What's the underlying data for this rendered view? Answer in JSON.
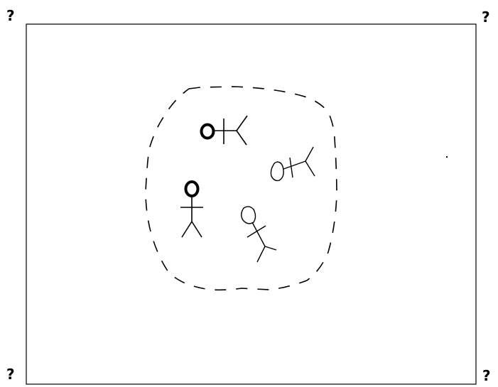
{
  "corners": {
    "top_left": "?",
    "top_right": "?",
    "bottom_left": "?",
    "bottom_right": "?"
  },
  "figures": [
    {
      "name": "figure-bold-horizontal",
      "style": "bold"
    },
    {
      "name": "figure-bold-upright",
      "style": "bold"
    },
    {
      "name": "figure-thin-horizontal",
      "style": "thin"
    },
    {
      "name": "figure-thin-diagonal",
      "style": "thin"
    }
  ],
  "colors": {
    "ink": "#000000",
    "background": "#ffffff"
  }
}
